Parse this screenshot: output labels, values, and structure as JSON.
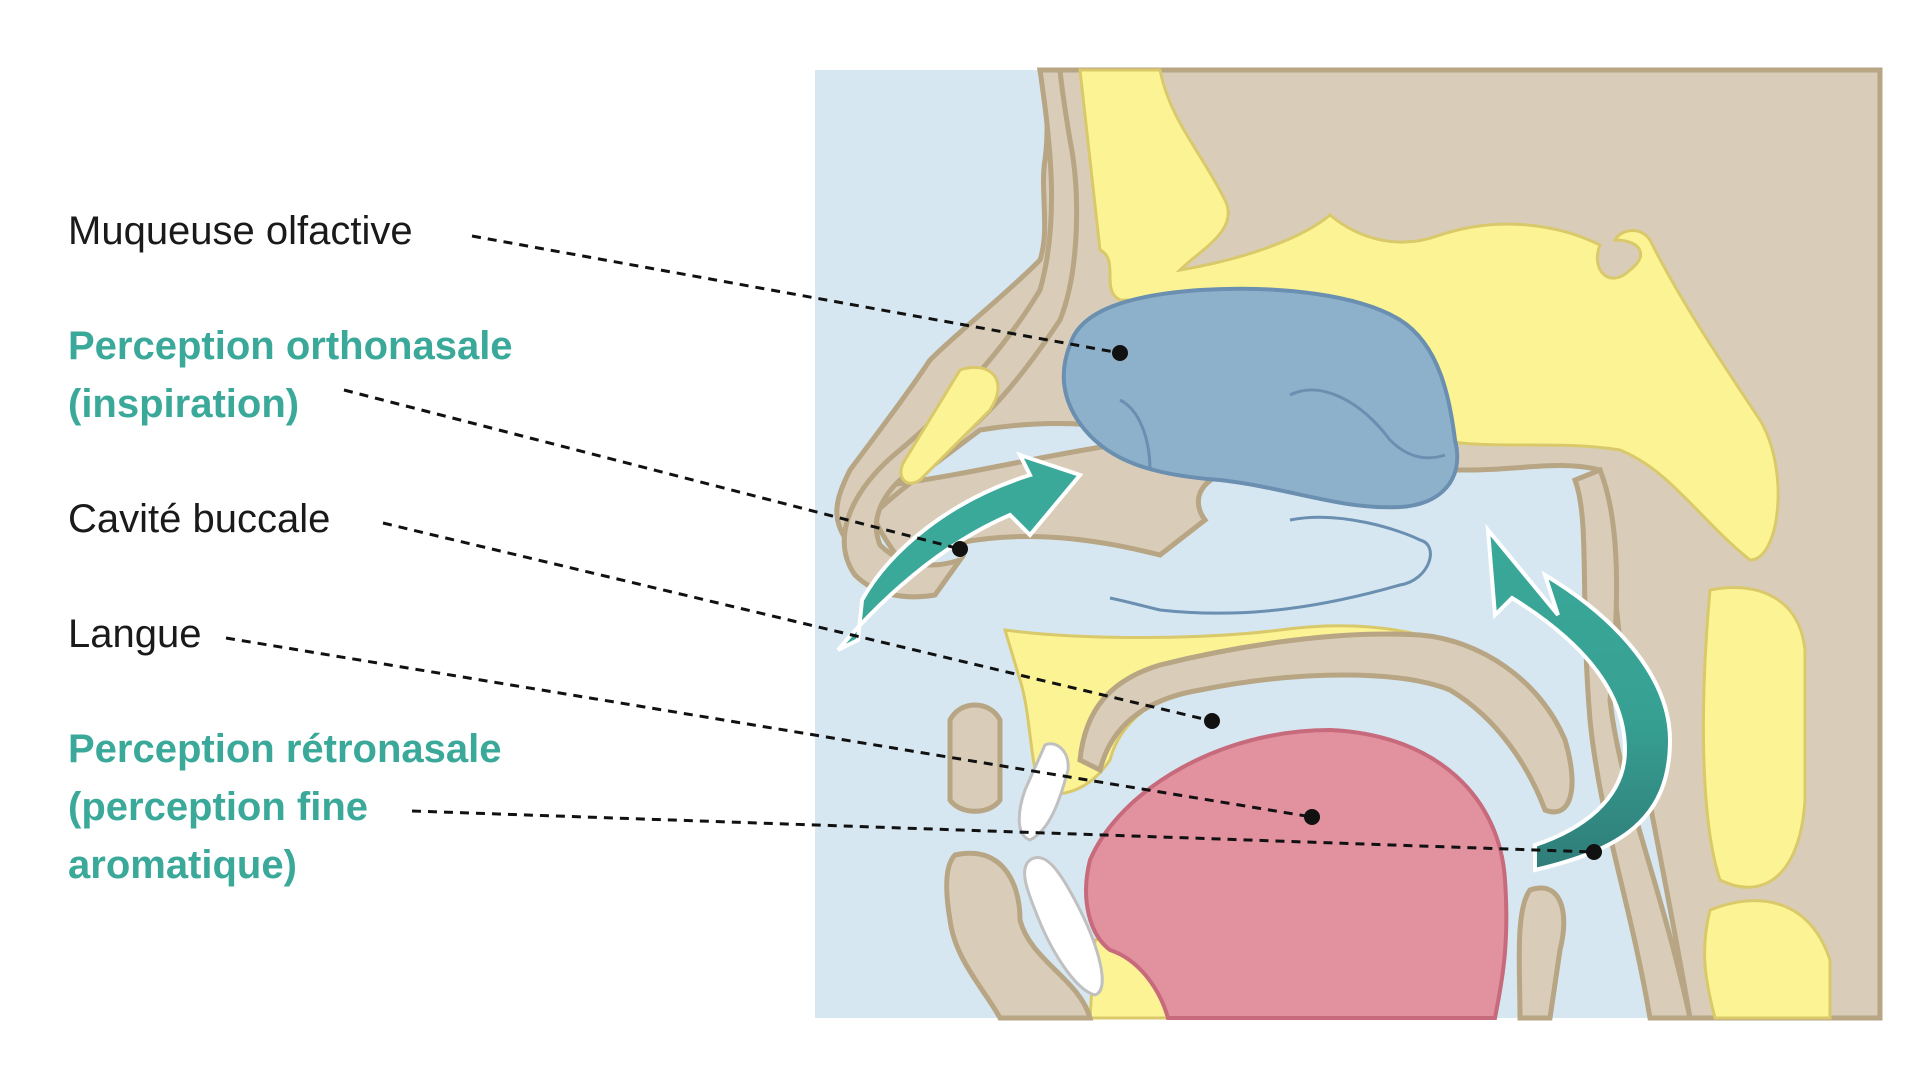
{
  "colors": {
    "accent": "#3aa99a",
    "background": "#d6e7f1",
    "tissue": "#d9cdb9",
    "tissue_outline": "#b7a584",
    "bone": "#fcf494",
    "olfactive_mucosa": "#8eb1cb",
    "tongue": "#e2919f",
    "teeth": "#ffffff",
    "arrow_retro_dark": "#2f7d79"
  },
  "labels": {
    "muqueuse": "Muqueuse olfactive",
    "ortho_line1": "Perception orthonasale",
    "ortho_line2": "(inspiration)",
    "cavite": "Cavité buccale",
    "langue": "Langue",
    "retro_line1": "Perception rétronasale",
    "retro_line2": "(perception fine",
    "retro_line3": "aromatique)"
  },
  "icons": {
    "orthonasal_arrow": "curved-arrow-up-right",
    "retronasal_arrow": "curved-arrow-up-left",
    "leader_line": "dashed-line-with-dot"
  }
}
